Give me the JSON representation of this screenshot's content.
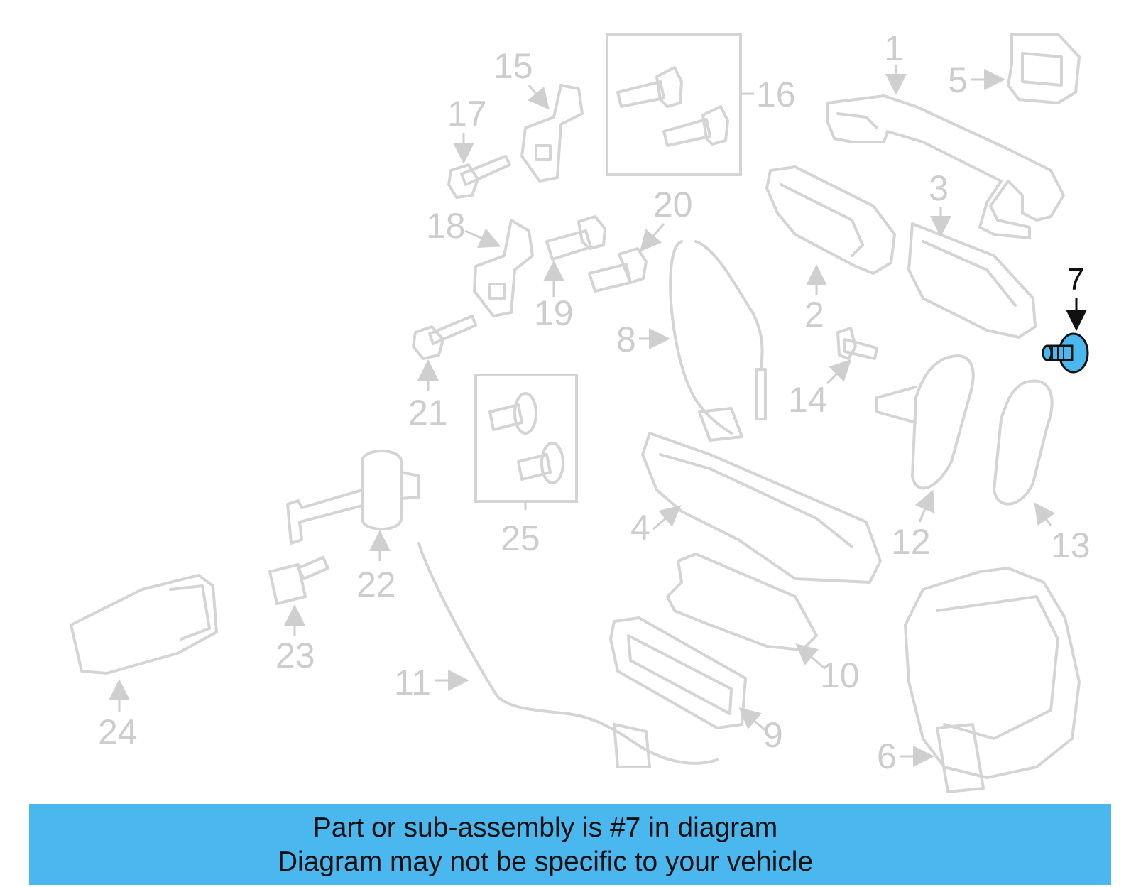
{
  "diagram": {
    "callouts": [
      "1",
      "2",
      "3",
      "4",
      "5",
      "6",
      "7",
      "8",
      "9",
      "10",
      "11",
      "12",
      "13",
      "14",
      "15",
      "16",
      "17",
      "18",
      "19",
      "20",
      "21",
      "22",
      "23",
      "24",
      "25"
    ],
    "highlighted_callout": "7",
    "colors": {
      "highlight_part": "#4ab7ee",
      "parts_outline": "#d4d4d4",
      "labels": "#cdcdcd",
      "active_label": "#111111"
    }
  },
  "banner": {
    "line1": "Part or sub-assembly is #7 in diagram",
    "line2": "Diagram may not be specific to your vehicle",
    "background": "#4ab7ee"
  }
}
